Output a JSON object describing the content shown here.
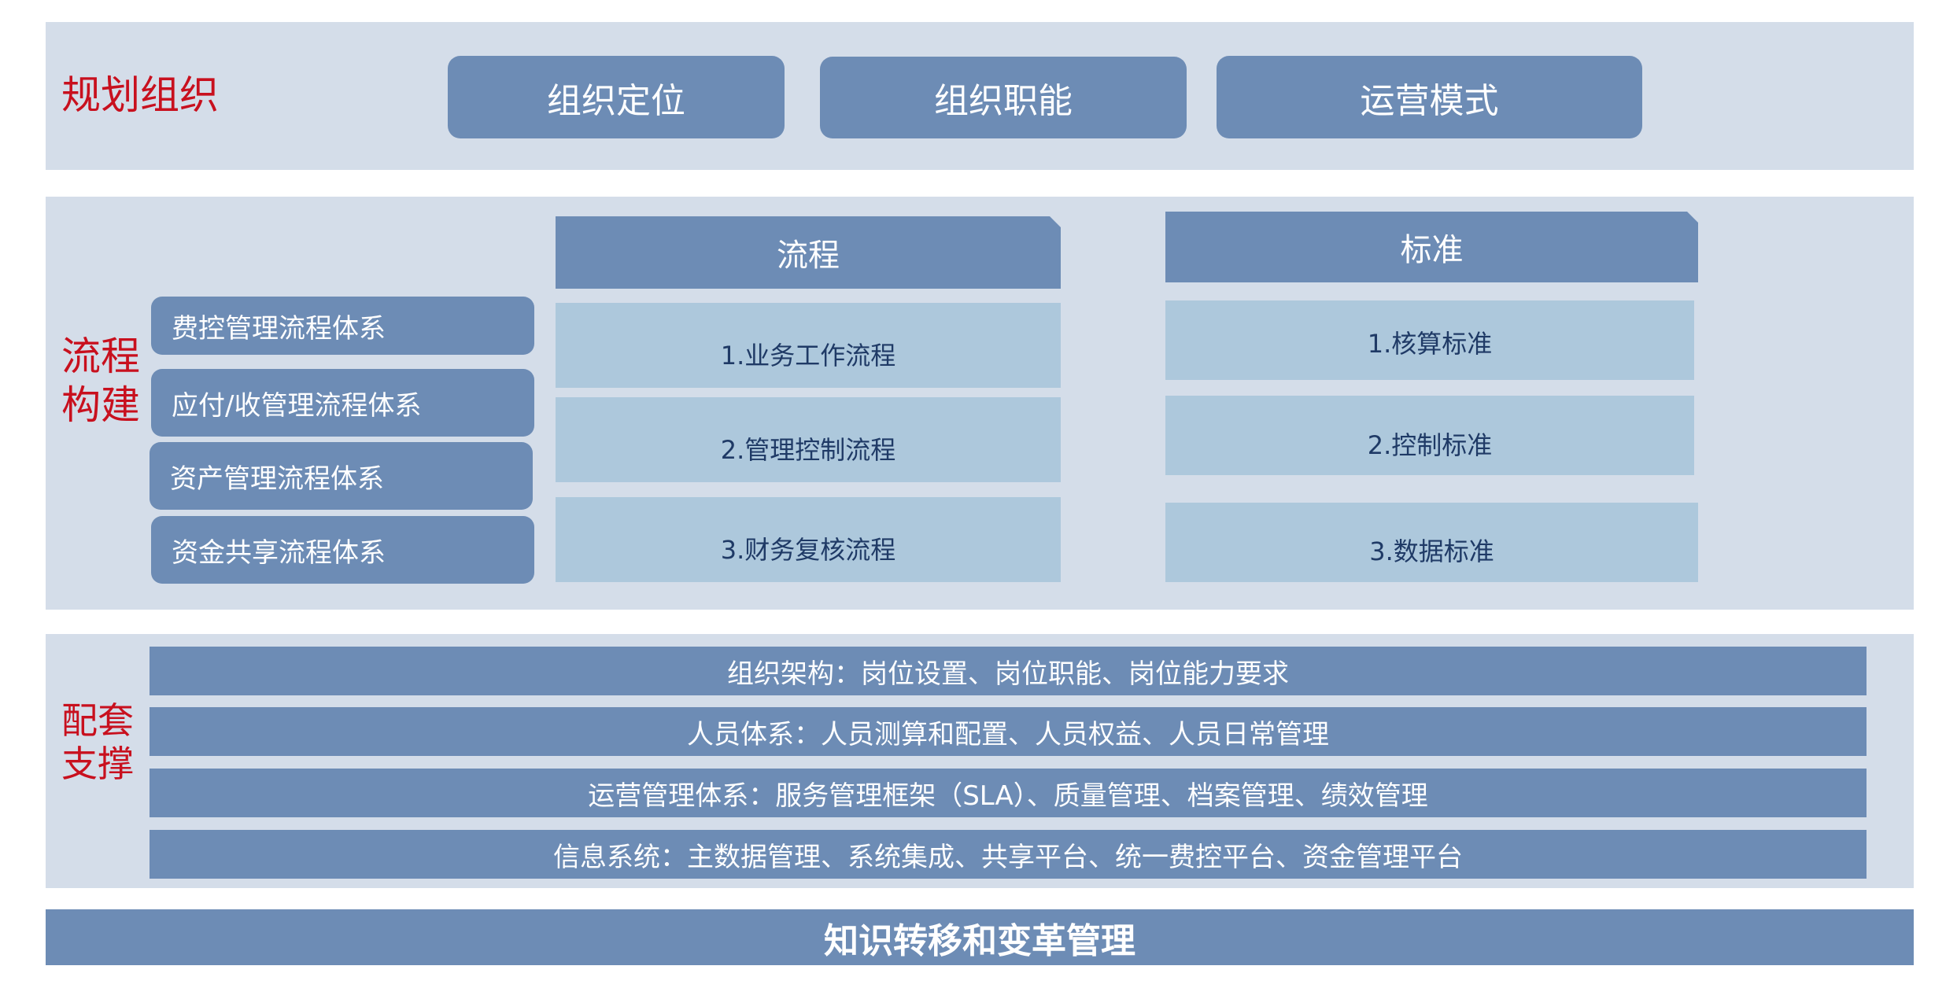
{
  "planning": {
    "label": "规划组织",
    "items": [
      "组织定位",
      "组织职能",
      "运营模式"
    ]
  },
  "process_build": {
    "label": "流程\n构建",
    "label_line1": "流程",
    "label_line2": "构建",
    "systems": [
      "费控管理流程体系",
      "应付/收管理流程体系",
      "资产管理流程体系",
      "资金共享流程体系"
    ],
    "process_header": "流程",
    "processes": [
      "1.业务工作流程",
      "2.管理控制流程",
      "3.财务复核流程"
    ],
    "standard_header": "标准",
    "standards": [
      "1.核算标准",
      "2.控制标准",
      "3.数据标准"
    ]
  },
  "support": {
    "label_line1": "配套",
    "label_line2": "支撑",
    "bars": [
      "组织架构：岗位设置、岗位职能、岗位能力要求",
      "人员体系：人员测算和配置、人员权益、人员日常管理",
      "运营管理体系：服务管理框架（SLA）、质量管理、档案管理、绩效管理",
      "信息系统：主数据管理、系统集成、共享平台、统一费控平台、资金管理平台"
    ]
  },
  "footer": {
    "label": "知识转移和变革管理"
  },
  "colors": {
    "band": "#d4dde9",
    "box": "#6d8cb5",
    "cell": "#adc8dc",
    "label": "#c8101e"
  }
}
